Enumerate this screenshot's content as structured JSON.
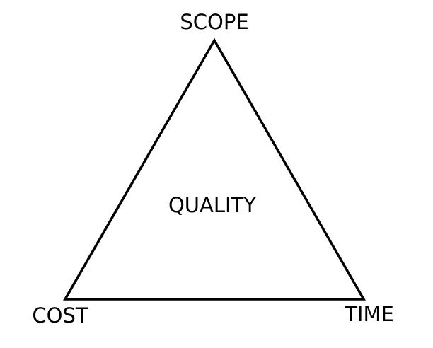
{
  "diagram": {
    "vertices": {
      "top": "SCOPE",
      "bottom_left": "COST",
      "bottom_right": "TIME"
    },
    "center": "QUALITY",
    "stroke_color": "#000000",
    "background_color": "#ffffff"
  }
}
